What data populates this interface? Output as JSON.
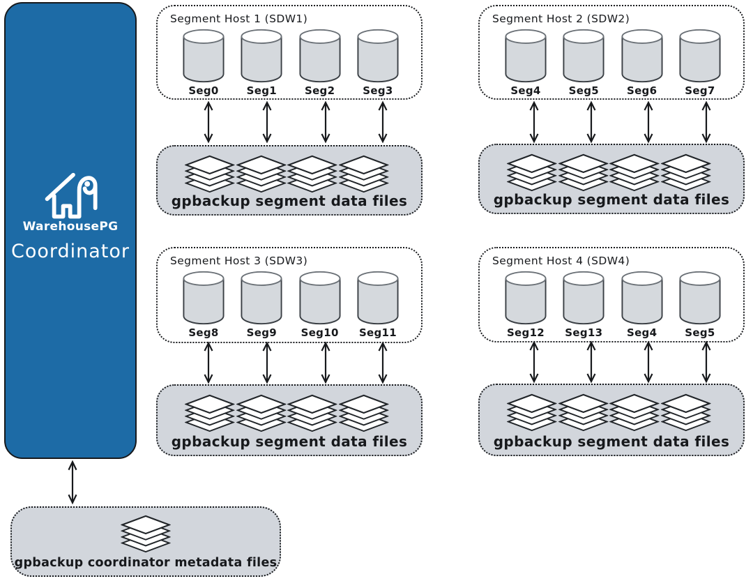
{
  "coordinator": {
    "brand": "WarehousePG",
    "label": "Coordinator"
  },
  "hosts": [
    {
      "title": "Segment Host 1 (SDW1)",
      "segments": [
        "Seg0",
        "Seg1",
        "Seg2",
        "Seg3"
      ],
      "files_label": "gpbackup segment data files"
    },
    {
      "title": "Segment Host 2 (SDW2)",
      "segments": [
        "Seg4",
        "Seg5",
        "Seg6",
        "Seg7"
      ],
      "files_label": "gpbackup segment data files"
    },
    {
      "title": "Segment Host 3 (SDW3)",
      "segments": [
        "Seg8",
        "Seg9",
        "Seg10",
        "Seg11"
      ],
      "files_label": "gpbackup segment data files"
    },
    {
      "title": "Segment Host 4 (SDW4)",
      "segments": [
        "Seg12",
        "Seg13",
        "Seg4",
        "Seg5"
      ],
      "files_label": "gpbackup segment data files"
    }
  ],
  "metadata": {
    "label": "gpbackup coordinator metadata files"
  },
  "colors": {
    "coordinator_blue": "#1d6ba6",
    "box_gray": "#d2d6dc",
    "cylinder_gray": "#d5d9dd",
    "stroke_dark": "#17191c",
    "logo_white": "#ffffff"
  },
  "icons": {
    "logo": "warehousepg-house-elephant-logo",
    "cylinder": "database-cylinder-icon",
    "files": "stacked-files-icon",
    "arrow": "double-headed-arrow-icon"
  }
}
